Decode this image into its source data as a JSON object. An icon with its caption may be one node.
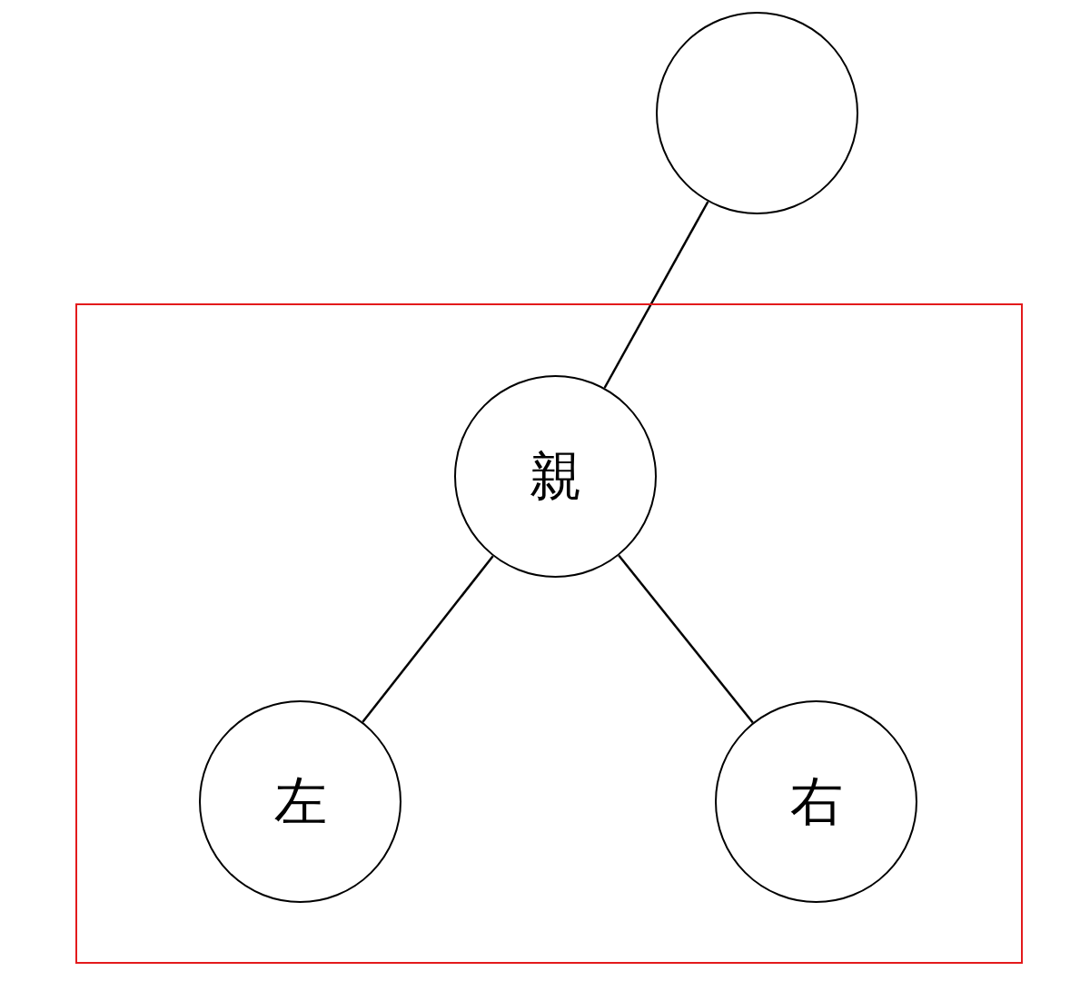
{
  "diagram": {
    "nodes": [
      {
        "text": [],
        "shape": "circle"
      },
      {
        "text": [],
        "shape": "box"
      },
      {
        "text": [
          "親"
        ],
        "in": 1
      },
      {
        "text": [
          "左"
        ],
        "in": 1
      },
      {
        "text": [
          "右"
        ],
        "in": 1
      }
    ],
    "edges": [
      {
        "from": 0,
        "to": 2,
        "arrow": "none"
      },
      {
        "from": 2,
        "to": 3,
        "arrow": "none"
      },
      {
        "from": 2,
        "to": 4,
        "arrow": "none"
      }
    ]
  }
}
